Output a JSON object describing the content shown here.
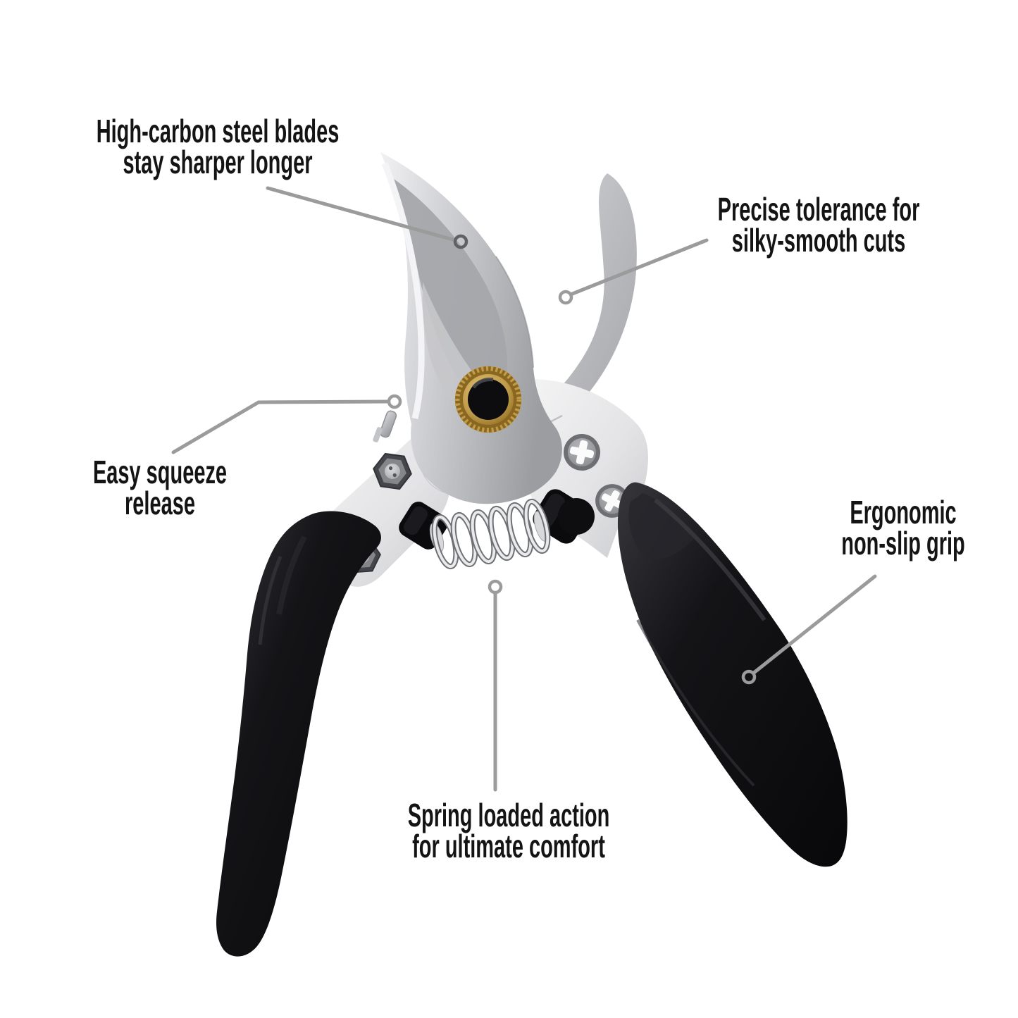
{
  "page": {
    "background": "#ffffff"
  },
  "colors": {
    "text": "#141414",
    "leader_line": "#9b9b9b",
    "blade_steel": "#b9bbbf",
    "silver_body": "#e9e9eb",
    "grip_black": "#0d0d10",
    "pivot_brass": "#bf9a4a",
    "spring_coil": "#e9eaec"
  },
  "callouts": {
    "blades": {
      "line1": "High-carbon steel blades",
      "line2": "stay sharper longer"
    },
    "tolerance": {
      "line1": "Precise tolerance for",
      "line2": "silky-smooth cuts"
    },
    "release": {
      "line1": "Easy squeeze",
      "line2": "release"
    },
    "grip": {
      "line1": "Ergonomic",
      "line2": "non-slip grip"
    },
    "spring": {
      "line1": "Spring loaded action",
      "line2": "for ultimate comfort"
    }
  }
}
